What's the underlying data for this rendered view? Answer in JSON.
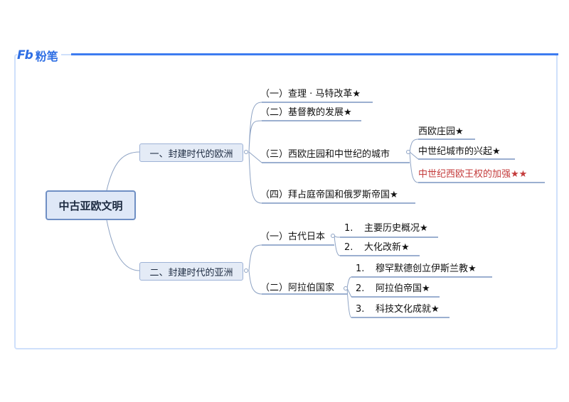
{
  "brand": {
    "mark": "Fb",
    "name": "粉笔"
  },
  "root": {
    "label": "中古亚欧文明"
  },
  "branches": [
    {
      "label": "一、封建时代的欧洲",
      "children": [
        {
          "label": "（一）查理 · 马特改革★"
        },
        {
          "label": "（二）基督教的发展★"
        },
        {
          "label": "（三）西欧庄园和中世纪的城市",
          "children": [
            {
              "label": "西欧庄园★"
            },
            {
              "label": "中世纪城市的兴起★"
            },
            {
              "label": "中世纪西欧王权的加强★★",
              "highlight": true
            }
          ]
        },
        {
          "label": "（四）拜占庭帝国和俄罗斯帝国★"
        }
      ]
    },
    {
      "label": "二、封建时代的亚洲",
      "children": [
        {
          "label": "（一）古代日本",
          "children": [
            {
              "num": "1.",
              "label": "主要历史概况★"
            },
            {
              "num": "2.",
              "label": "大化改新★"
            }
          ]
        },
        {
          "label": "（二）阿拉伯国家",
          "children": [
            {
              "num": "1.",
              "label": "穆罕默德创立伊斯兰教★"
            },
            {
              "num": "2.",
              "label": "阿拉伯帝国★"
            },
            {
              "num": "3.",
              "label": "科技文化成就★"
            }
          ]
        }
      ]
    }
  ],
  "colors": {
    "accent": "#3d7bf0",
    "link": "#8ea3c4",
    "underline": "#5f7fb5",
    "highlight": "#c43b3b"
  }
}
